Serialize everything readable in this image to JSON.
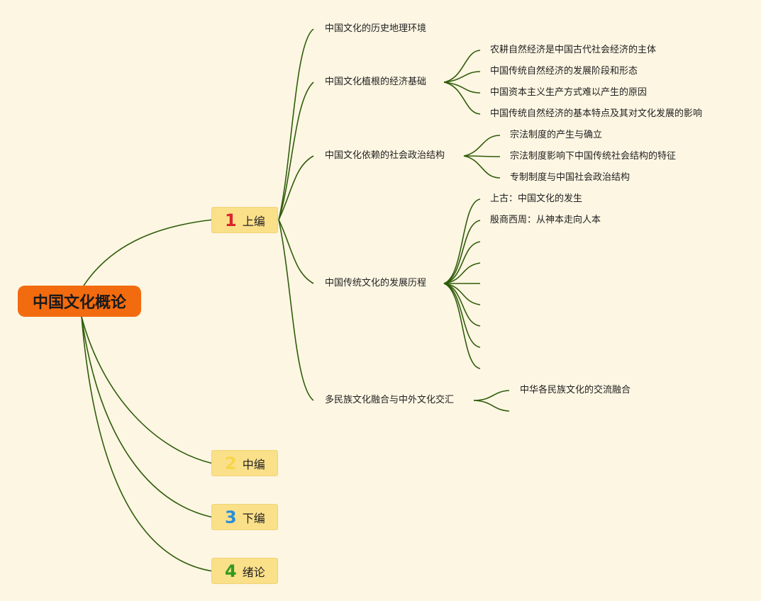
{
  "root": {
    "label": "中国文化概论"
  },
  "branches": [
    {
      "num": "1",
      "label": "上编"
    },
    {
      "num": "2",
      "label": "中编"
    },
    {
      "num": "3",
      "label": "下编"
    },
    {
      "num": "4",
      "label": "绪论"
    }
  ],
  "topics": [
    "中国文化的历史地理环境",
    "中国文化植根的经济基础",
    "中国文化依赖的社会政治结构",
    "中国传统文化的发展历程",
    "多民族文化融合与中外文化交汇"
  ],
  "economy_items": [
    "农耕自然经济是中国古代社会经济的主体",
    "中国传统自然经济的发展阶段和形态",
    "中国资本主义生产方式难以产生的原因",
    "中国传统自然经济的基本特点及其对文化发展的影响"
  ],
  "politics_items": [
    "宗法制度的产生与确立",
    "宗法制度影响下中国传统社会结构的特征",
    "专制制度与中国社会政治结构"
  ],
  "history_items": [
    "上古：中国文化的发生",
    "殷商西周：从神本走向人本"
  ],
  "fusion_items": [
    "中华各民族文化的交流融合"
  ],
  "colors": {
    "background": "#fdf6e3",
    "root_fill": "#f26b0f",
    "branch_fill": "#fbe08a",
    "connector": "#2f5d0a"
  }
}
